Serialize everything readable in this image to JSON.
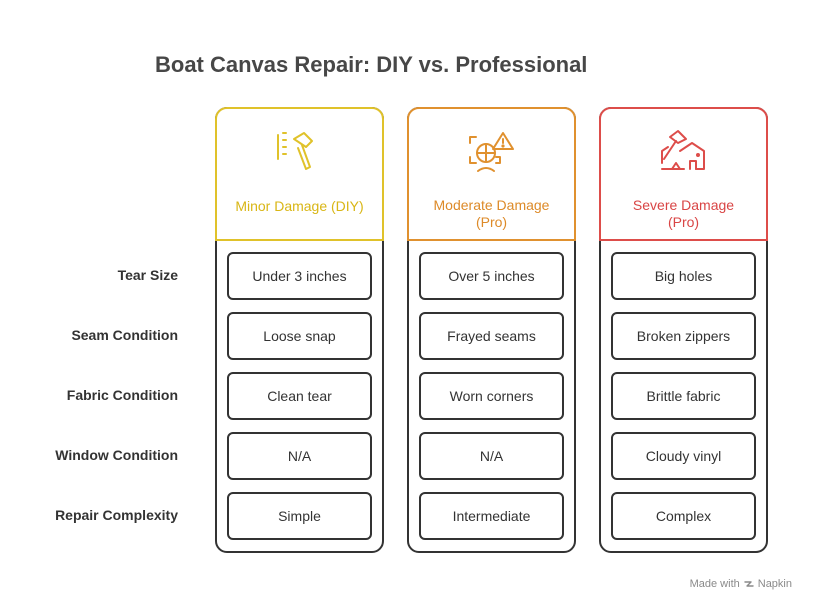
{
  "title": "Boat Canvas Repair: DIY vs. Professional",
  "row_labels": [
    "Tear Size",
    "Seam Condition",
    "Fabric Condition",
    "Window Condition",
    "Repair Complexity"
  ],
  "columns": [
    {
      "title_line1": "Minor Damage (DIY)",
      "title_line2": "",
      "accent": "#e0c22a",
      "text_color": "#d9b615",
      "icon": "hammer-icon",
      "cells": [
        "Under 3 inches",
        "Loose snap",
        "Clean tear",
        "N/A",
        "Simple"
      ]
    },
    {
      "title_line1": "Moderate Damage",
      "title_line2": "(Pro)",
      "accent": "#e0912f",
      "text_color": "#dd8a28",
      "icon": "damage-warning-icon",
      "cells": [
        "Over 5 inches",
        "Frayed seams",
        "Worn corners",
        "N/A",
        "Intermediate"
      ]
    },
    {
      "title_line1": "Severe Damage",
      "title_line2": "(Pro)",
      "accent": "#dd4d4a",
      "text_color": "#d94545",
      "icon": "broken-house-icon",
      "cells": [
        "Big holes",
        "Broken zippers",
        "Brittle fabric",
        "Cloudy vinyl",
        "Complex"
      ]
    }
  ],
  "footer": {
    "made_with": "Made with",
    "brand": "Napkin"
  }
}
